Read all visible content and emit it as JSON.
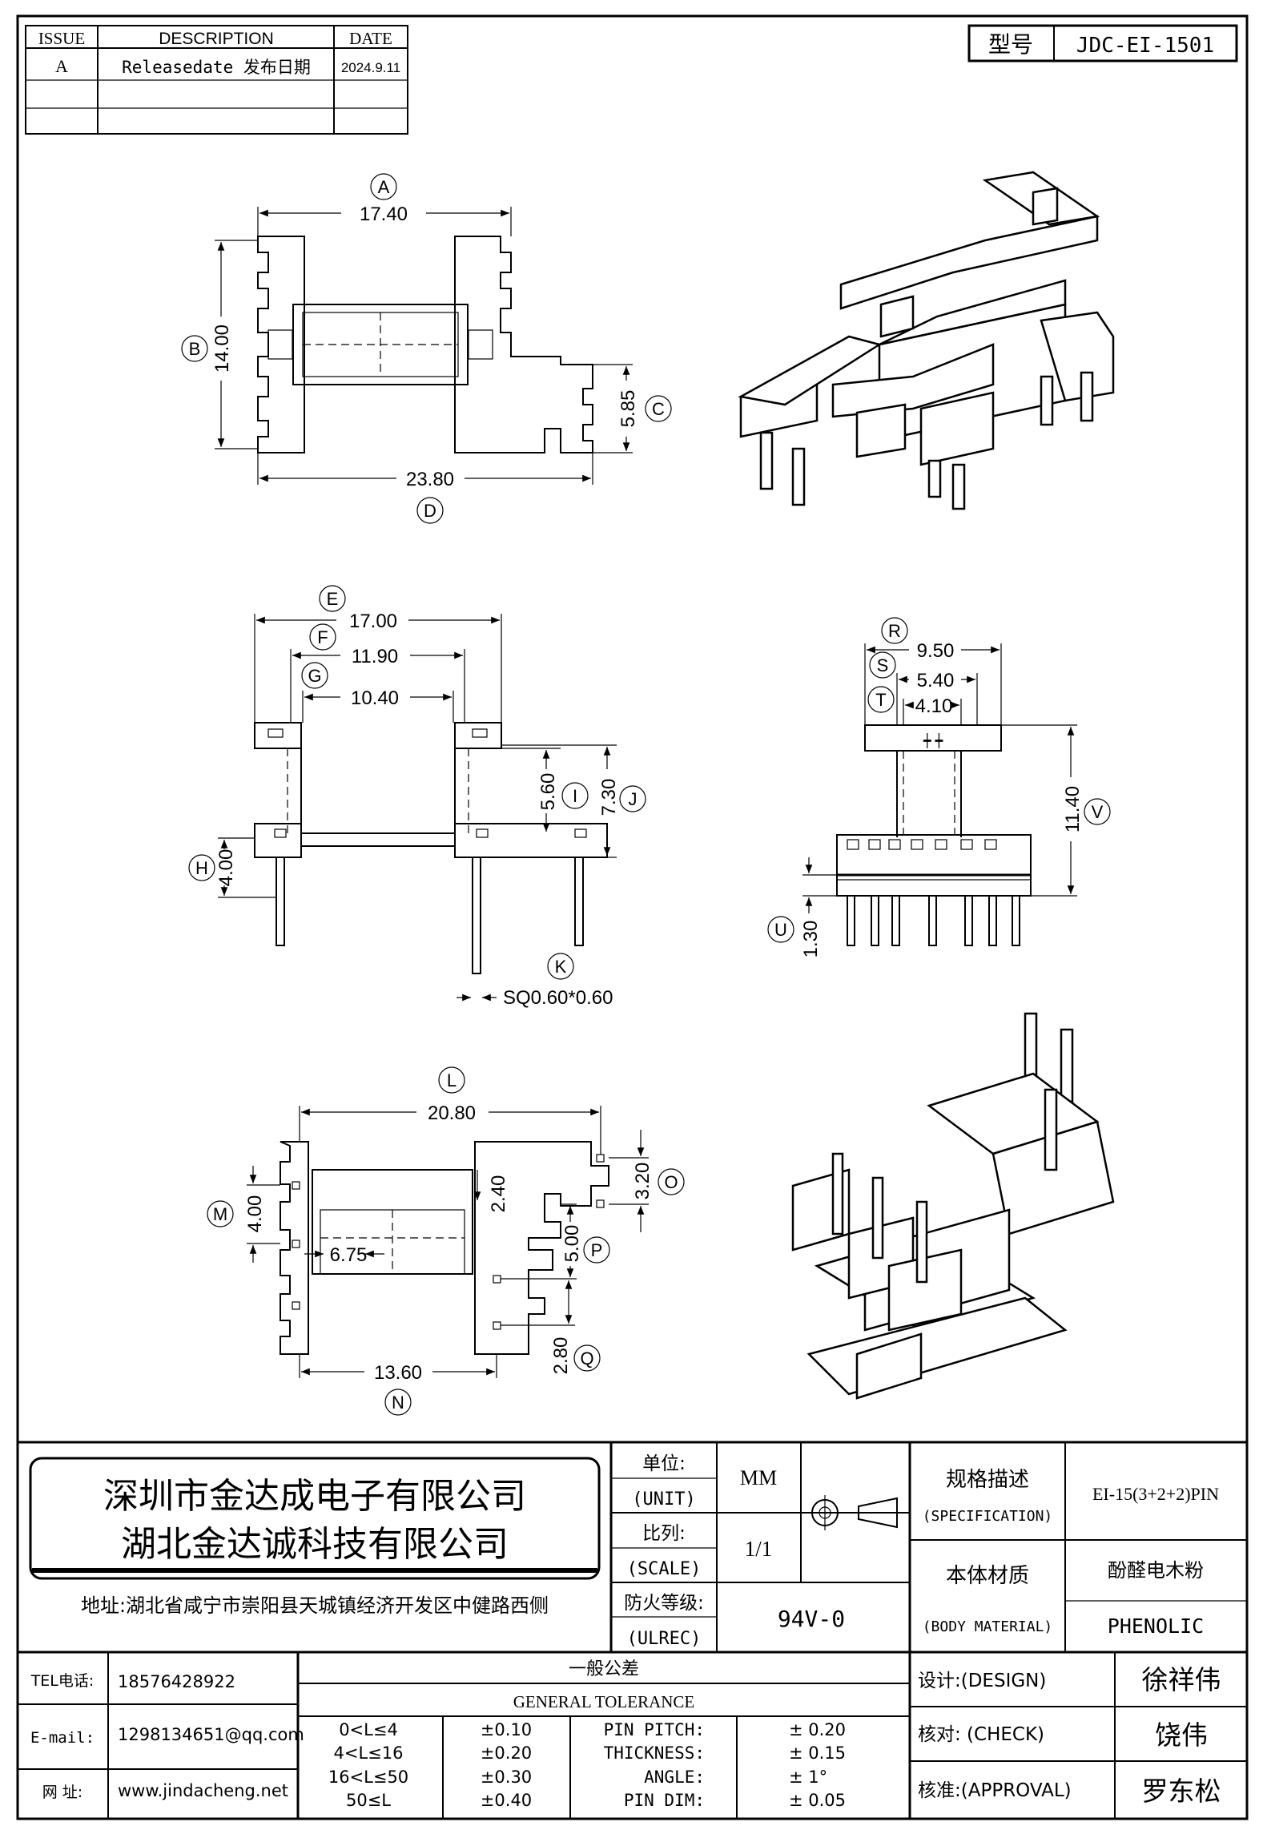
{
  "revision_table": {
    "headers": [
      "ISSUE",
      "DESCRIPTION",
      "DATE"
    ],
    "rows": [
      {
        "issue": "A",
        "description": "Releasedate 发布日期",
        "date": "2024.9.11"
      },
      {
        "issue": "",
        "description": "",
        "date": ""
      },
      {
        "issue": "",
        "description": "",
        "date": ""
      }
    ]
  },
  "model": {
    "label": "型号",
    "value": "JDC-EI-1501"
  },
  "top_view": {
    "A": {
      "letter": "A",
      "value": "17.40"
    },
    "B": {
      "letter": "B",
      "value": "14.00"
    },
    "C": {
      "letter": "C",
      "value": "5.85"
    },
    "D": {
      "letter": "D",
      "value": "23.80"
    }
  },
  "front_view": {
    "E": {
      "letter": "E",
      "value": "17.00"
    },
    "F": {
      "letter": "F",
      "value": "11.90"
    },
    "G": {
      "letter": "G",
      "value": "10.40"
    },
    "H": {
      "letter": "H",
      "value": "4.00"
    },
    "I": {
      "letter": "I",
      "value": "5.60"
    },
    "J": {
      "letter": "J",
      "value": "7.30"
    },
    "K": {
      "letter": "K",
      "value": "SQ0.60*0.60"
    }
  },
  "side_view": {
    "R": {
      "letter": "R",
      "value": "9.50"
    },
    "S": {
      "letter": "S",
      "value": "5.40"
    },
    "T": {
      "letter": "T",
      "value": "4.10"
    },
    "U": {
      "letter": "U",
      "value": "1.30"
    },
    "V": {
      "letter": "V",
      "value": "11.40"
    }
  },
  "bottom_view": {
    "L": {
      "letter": "L",
      "value": "20.80"
    },
    "M": {
      "letter": "M",
      "value": "4.00"
    },
    "N": {
      "letter": "N",
      "value": "13.60"
    },
    "O": {
      "letter": "O",
      "value": "3.20"
    },
    "P": {
      "letter": "P",
      "value": "5.00"
    },
    "Q": {
      "letter": "Q",
      "value": "2.80"
    },
    "w1": "2.40",
    "w2": "6.75"
  },
  "title_block": {
    "company_1": "深圳市金达成电子有限公司",
    "company_2": "湖北金达诚科技有限公司",
    "address": "地址:湖北省咸宁市崇阳县天城镇经济开发区中健路西侧",
    "unit_label_cn": "单位:",
    "unit_label_en": "(UNIT)",
    "unit_value": "MM",
    "scale_label_cn": "比列:",
    "scale_label_en": "(SCALE)",
    "scale_value": "1/1",
    "ul_label_cn": "防火等级:",
    "ul_label_en": "(ULREC)",
    "ul_value": "94V-0",
    "spec_label_cn": "规格描述",
    "spec_label_en": "(SPECIFICATION)",
    "spec_value": "EI-15(3+2+2)PIN",
    "material_label_cn": "本体材质",
    "material_label_en": "(BODY MATERIAL)",
    "material_value_cn": "酚醛电木粉",
    "material_value_en": "PHENOLIC",
    "tel_label": "TEL电话:",
    "tel_value": "18576428922",
    "email_label": "E-mail:",
    "email_value": "1298134651@qq.com",
    "web_label": "网  址:",
    "web_value": "www.jindacheng.net",
    "tolerance_title_cn": "一般公差",
    "tolerance_title_en": "GENERAL TOLERANCE",
    "tolerances": [
      {
        "range": "0<L≤4",
        "value": "±0.10"
      },
      {
        "range": "4<L≤16",
        "value": "±0.20"
      },
      {
        "range": "16<L≤50",
        "value": "±0.30"
      },
      {
        "range": "50≤L",
        "value": "±0.40"
      }
    ],
    "other_tolerances": [
      {
        "name": "PIN PITCH:",
        "value": "± 0.20"
      },
      {
        "name": "THICKNESS:",
        "value": "± 0.15"
      },
      {
        "name": "ANGLE:",
        "value": "± 1°"
      },
      {
        "name": "PIN DIM:",
        "value": "± 0.05"
      }
    ],
    "design_label": "设计:(DESIGN)",
    "design_value": "徐祥伟",
    "check_label": "核对: (CHECK)",
    "check_value": "饶伟",
    "approval_label": "核准:(APPROVAL)",
    "approval_value": "罗东松"
  }
}
